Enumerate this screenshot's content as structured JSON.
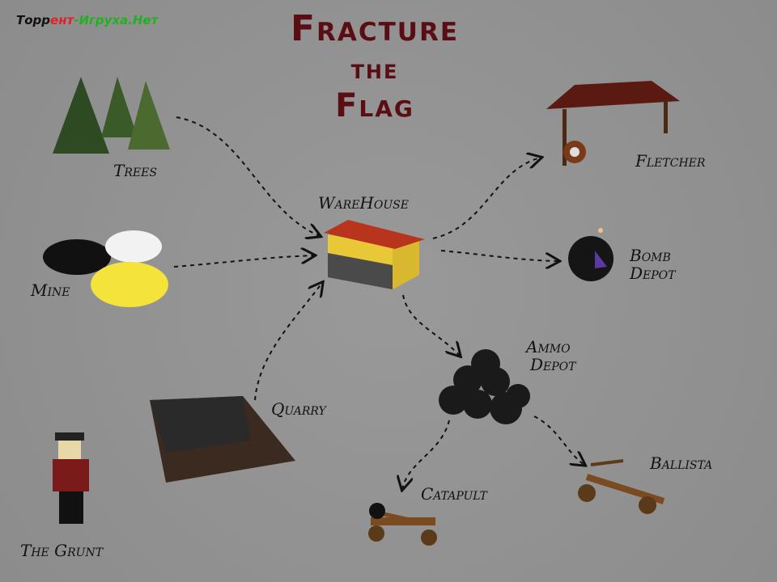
{
  "watermark": {
    "part1": "Торр",
    "part2": "ент",
    "part3": "-Игруха.Нет"
  },
  "title": {
    "line1": "Fracture",
    "line2": "the",
    "line3": "Flag"
  },
  "nodes": {
    "trees": "Trees",
    "mine": "Mine",
    "warehouse": "WareHouse",
    "fletcher": "Fletcher",
    "bomb1": "Bomb",
    "bomb2": "Depot",
    "ammo1": "Ammo",
    "ammo2": "Depot",
    "quarry": "Quarry",
    "catapult": "Catapult",
    "ballista": "Ballista",
    "grunt": "The Grunt"
  }
}
